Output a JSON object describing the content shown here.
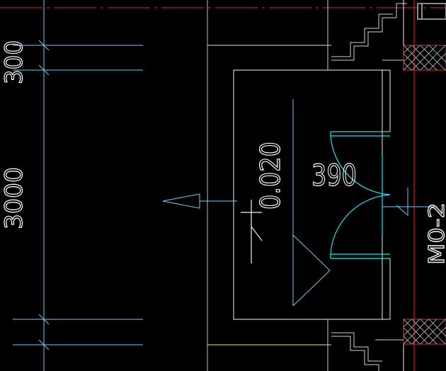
{
  "drawing": {
    "background": "#000000",
    "colors": {
      "cyan": "#7fc7e6",
      "bright_cyan": "#33e0e8",
      "white": "#f2f2f2",
      "yellow": "#e8e89a",
      "red": "#e03030",
      "gray": "#b8b8b8"
    },
    "annotations": {
      "dim_top": "300",
      "dim_main": "3000",
      "elevation": "0.020",
      "dim_center": "390",
      "door_tag": "M0-2"
    }
  }
}
